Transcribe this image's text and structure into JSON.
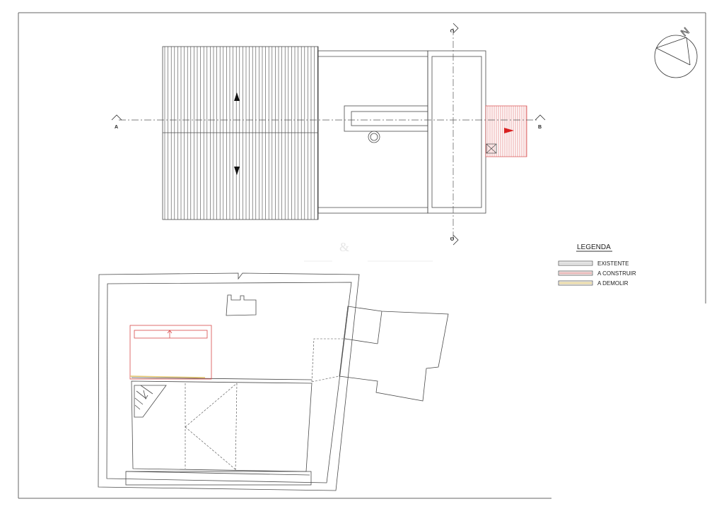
{
  "sections": {
    "a": "A",
    "b": "B",
    "c": "C",
    "d": "D"
  },
  "legend": {
    "title": "LEGENDA",
    "items": [
      {
        "label": "EXISTENTE",
        "color": "#9a9a9a"
      },
      {
        "label": "A CONSTRUIR",
        "color": "#d98b8b"
      },
      {
        "label": "A DEMOLIR",
        "color": "#e8d9a8"
      }
    ]
  },
  "north": "N",
  "watermark": "&",
  "colors": {
    "line": "#4a4a4a",
    "new": "#d84a4a",
    "demolish": "#e3c46b",
    "arrow_red": "#d82020"
  }
}
